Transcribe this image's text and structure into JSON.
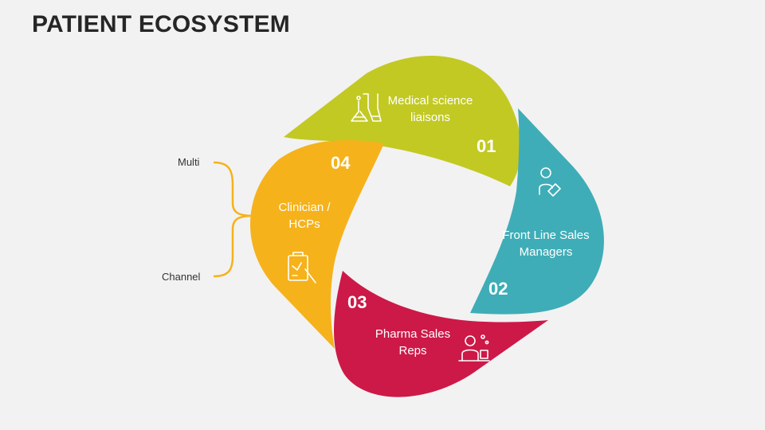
{
  "page": {
    "title": "PATIENT ECOSYSTEM"
  },
  "bracket": {
    "top_label": "Multi",
    "bottom_label": "Channel",
    "color": "#f5b21b"
  },
  "segments": [
    {
      "number": "01",
      "label": "Medical science liaisons",
      "icon": "lab-flasks-icon",
      "color": "#c2c923"
    },
    {
      "number": "02",
      "label": "Front Line Sales Managers",
      "icon": "manager-tag-icon",
      "color": "#3fadb7"
    },
    {
      "number": "03",
      "label": "Pharma Sales Reps",
      "icon": "sales-rep-icon",
      "color": "#cd1948"
    },
    {
      "number": "04",
      "label": "Clinician / HCPs",
      "icon": "clipboard-pen-icon",
      "color": "#f5b21b"
    }
  ]
}
